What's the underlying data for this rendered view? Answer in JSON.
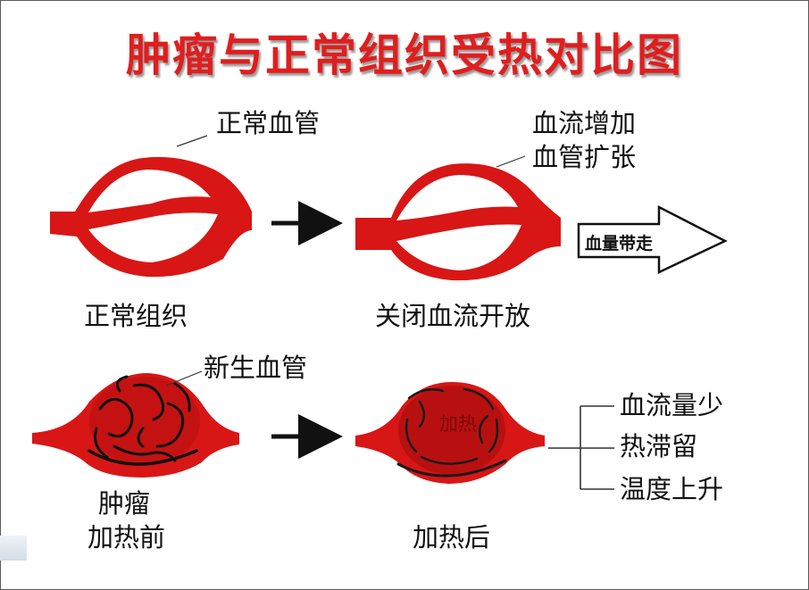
{
  "title": "肿瘤与正常组织受热对比图",
  "labels": {
    "normal_vessel": "正常血管",
    "flow_increase": "血流增加",
    "vessel_dilation": "血管扩张",
    "blood_carried_away": "血量带走",
    "normal_tissue": "正常组织",
    "closed_flow_open": "关闭血流开放",
    "new_vessel": "新生血管",
    "tumor": "肿瘤",
    "before_heating": "加热前",
    "heat_inside": "加热",
    "after_heating": "加热后",
    "less_blood_flow": "血流量少",
    "heat_retention": "热滞留",
    "temperature_rise": "温度上升"
  },
  "colors": {
    "tissue_red": "#d81616",
    "title_red": "#e01e1e",
    "dark_ink": "#111111"
  }
}
